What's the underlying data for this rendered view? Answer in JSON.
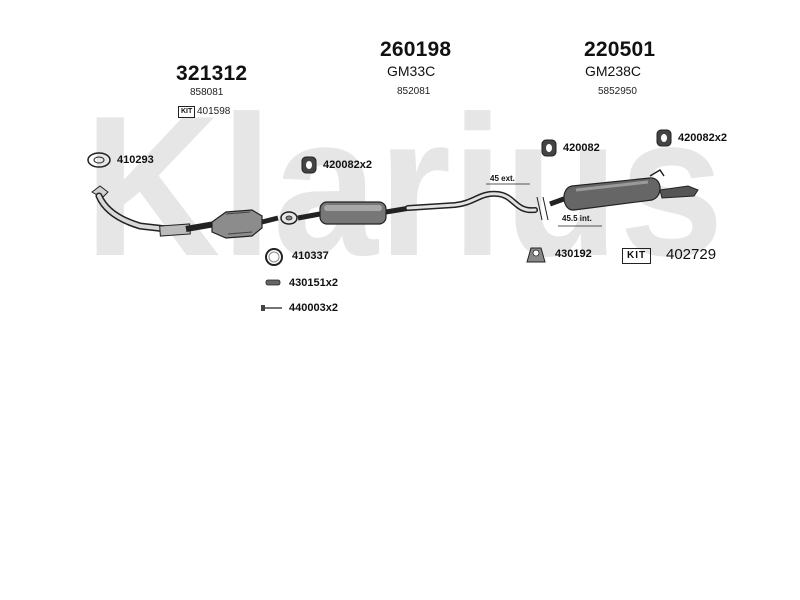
{
  "watermark": {
    "brand": "Klarius",
    "color": "#e6e6e6"
  },
  "groups": [
    {
      "number": "321312",
      "code": "858081",
      "kit_label": "KIT",
      "kit_number": "401598"
    },
    {
      "number": "260198",
      "model": "GM33C",
      "code": "852081"
    },
    {
      "number": "220501",
      "model": "GM238C",
      "code": "5852950"
    }
  ],
  "parts": {
    "gasket_410293": "410293",
    "hanger_top_left": "420082x2",
    "hanger_mid": "420082",
    "hanger_right": "420082x2",
    "ring_410337": "410337",
    "clamp_430151": "430151x2",
    "bolt_440003": "440003x2",
    "mount_430192": "430192"
  },
  "annotations": {
    "ext": "45 ext.",
    "int": "45.5 int."
  },
  "kit": {
    "label": "KIT",
    "number": "402729"
  },
  "colors": {
    "line": "#222222",
    "fill_dark": "#4a4a4a",
    "fill_mid": "#8c8c8c",
    "fill_light": "#d0d0d0"
  }
}
